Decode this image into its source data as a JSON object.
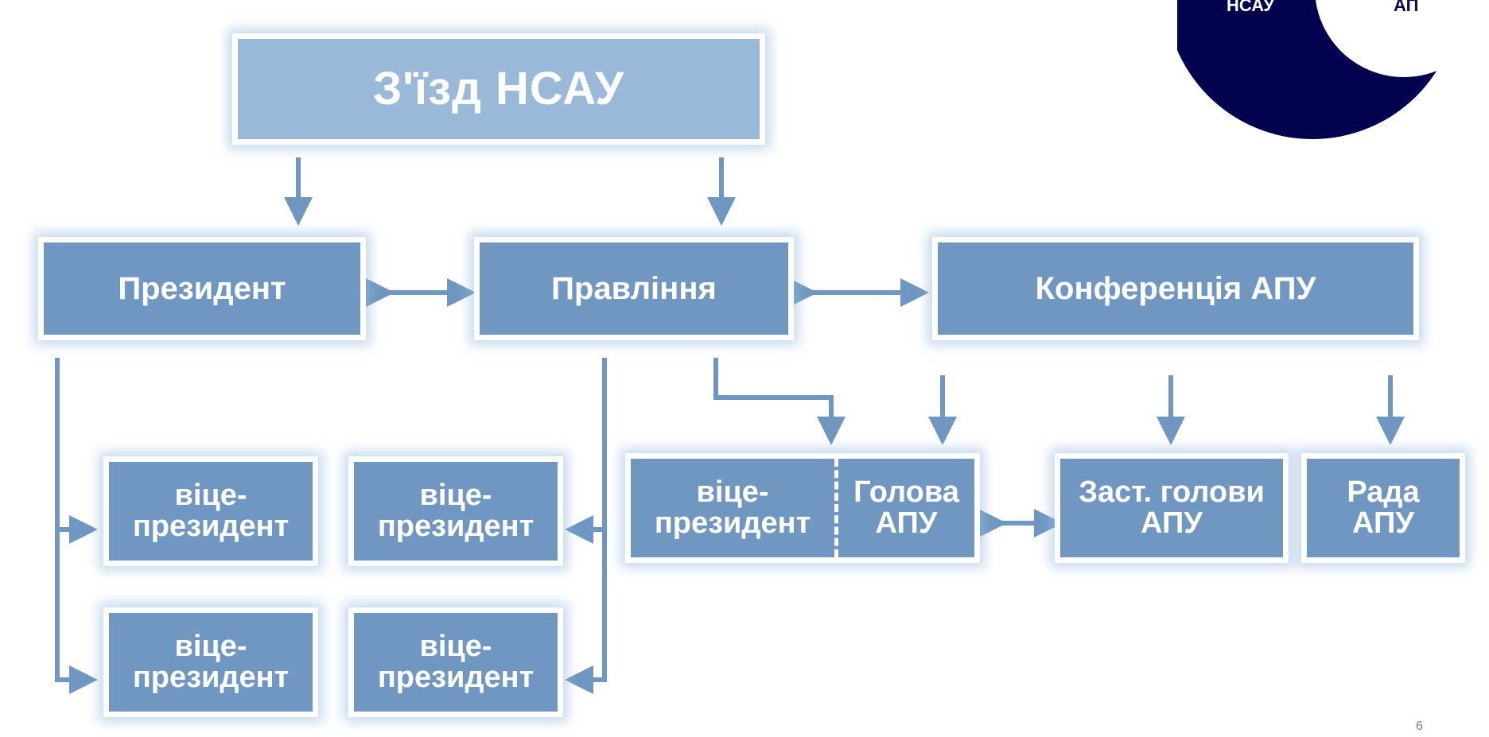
{
  "diagram": {
    "congress": "З'їзд НСАУ",
    "president": "Президент",
    "board": "Правління",
    "conference": "Конференція АПУ",
    "vp_1": {
      "line1": "віце-",
      "line2": "президент"
    },
    "vp_2": {
      "line1": "віце-",
      "line2": "президент"
    },
    "vp_3": {
      "line1": "віце-",
      "line2": "президент"
    },
    "vp_4": {
      "line1": "віце-",
      "line2": "президент"
    },
    "vp_apu": {
      "line1": "віце-",
      "line2": "президент"
    },
    "head_apu": {
      "line1": "Голова",
      "line2": "АПУ"
    },
    "deputy_head_apu": {
      "line1": "Заст. голови",
      "line2": "АПУ"
    },
    "council_apu": {
      "line1": "Рада",
      "line2": "АПУ"
    }
  },
  "logo": {
    "left_text": "НСАУ",
    "right_text": "АП"
  },
  "page_number": "6",
  "colors": {
    "box_fill": "#6f97c1",
    "top_box_fill": "#9ab8d8",
    "arrow": "#6f97c1",
    "logo_navy": "#02024e"
  }
}
